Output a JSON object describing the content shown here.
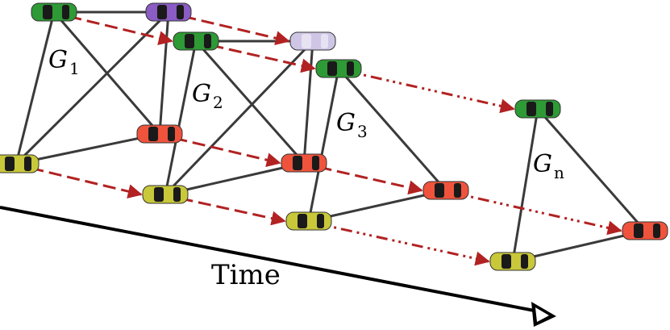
{
  "time_label": "Time",
  "graph_labels": [
    {
      "letter": "G",
      "sub": "1"
    },
    {
      "letter": "G",
      "sub": "2"
    },
    {
      "letter": "G",
      "sub": "3"
    },
    {
      "letter": "G",
      "sub": "n"
    }
  ],
  "colors": {
    "green": "#2e9a35",
    "purple": "#8a5cc4",
    "light_purple": "#cfc6e6",
    "red": "#f0533c",
    "yellow": "#c8c83a",
    "edge": "#3a3a3a",
    "trajectory": "#b22222",
    "arrow": "#000000"
  },
  "icons": [
    "car-icon",
    "trajectory-arrow",
    "time-arrow"
  ]
}
